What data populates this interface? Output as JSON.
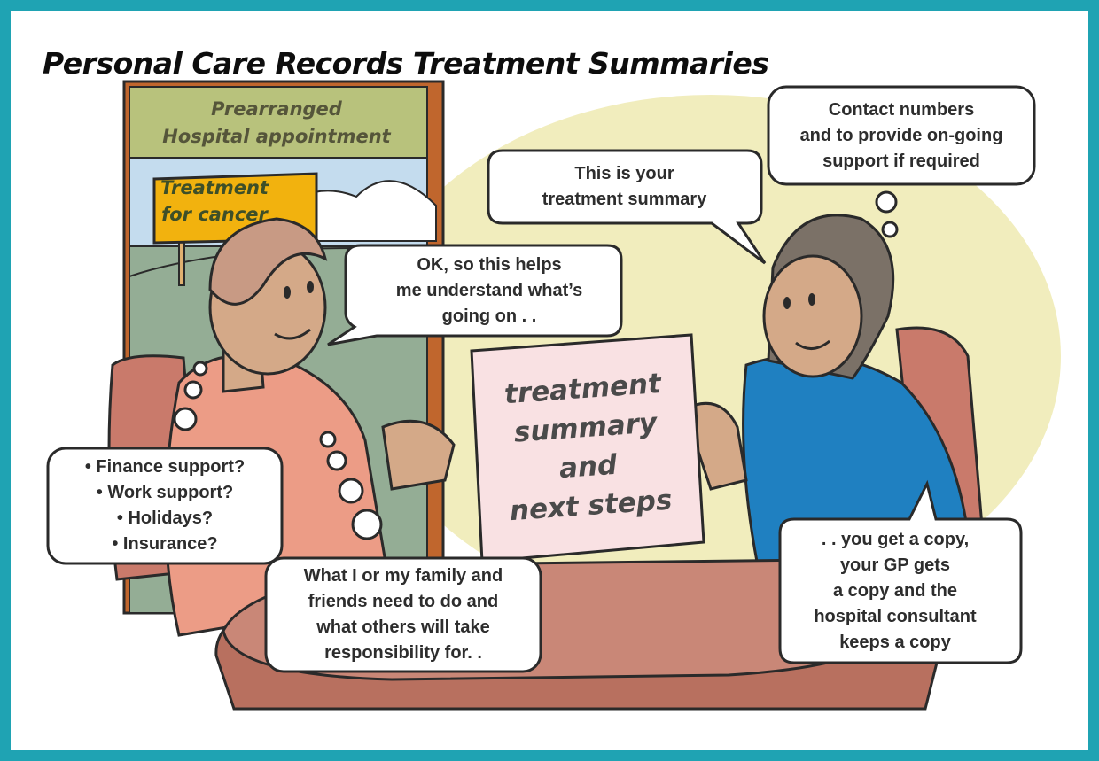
{
  "title": "Personal Care Records Treatment Summaries",
  "signs": {
    "door": "Prearranged\nHospital appointment",
    "cancer": "Treatment\nfor cancer"
  },
  "document_text": "treatment\nsummary\nand\nnext steps",
  "speech": {
    "patient": "OK, so this helps\nme understand what’s\ngoing on . .",
    "nurse_summary": "This is your\ntreatment summary",
    "nurse_thought": "Contact numbers\nand to provide on-going\nsupport if required",
    "nurse_copy": ". . you get a copy,\nyour GP gets\na copy and the\nhospital consultant\nkeeps a copy",
    "patient_thought_list": "• Finance support?\n• Work support?\n• Holidays?\n• Insurance?",
    "patient_thought_family": "What I or my family and\nfriends need to do and\nwhat others will take\nresponsibility for. ."
  },
  "colors": {
    "frame": "#1fa3b3",
    "sun_glow": "#f1edbd",
    "door": "#c0662d",
    "sign_green": "#b8c27c",
    "sky": "#c4dcee",
    "grass": "#94ad95",
    "cancer_sign": "#f2b20e",
    "chair": "#c97a6b",
    "table": "#c98777",
    "patient_skin": "#d4a988",
    "patient_shirt": "#ec9c86",
    "nurse_shirt": "#1f80c1",
    "nurse_hair": "#7b7167",
    "paper": "#f9e1e3"
  }
}
